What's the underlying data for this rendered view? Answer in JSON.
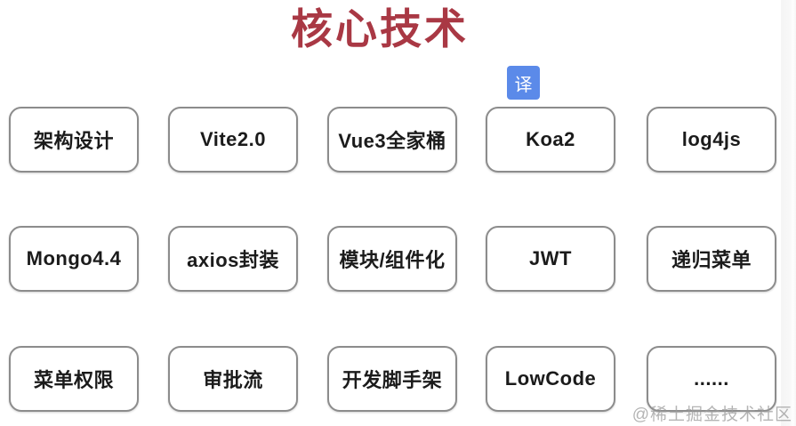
{
  "page": {
    "title": "核心技术",
    "translate_button": "译",
    "watermark": "@稀土掘金技术社区"
  },
  "colors": {
    "title_color": "#A93844",
    "box_border": "#8C8C8C",
    "box_text": "#1B1B1B",
    "translate_bg": "#5B8AE9",
    "watermark_color": "#9B9B9B"
  },
  "grid": {
    "rows": [
      {
        "cells": [
          "架构设计",
          "Vite2.0",
          "Vue3全家桶",
          "Koa2",
          "log4js"
        ]
      },
      {
        "cells": [
          "Mongo4.4",
          "axios封装",
          "模块/组件化",
          "JWT",
          "递归菜单"
        ]
      },
      {
        "cells": [
          "菜单权限",
          "审批流",
          "开发脚手架",
          "LowCode",
          "......"
        ]
      }
    ]
  }
}
